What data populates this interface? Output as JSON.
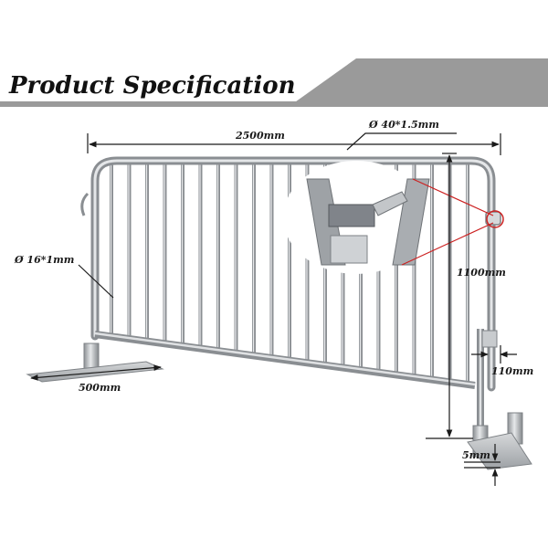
{
  "header": {
    "title": "Product Specification"
  },
  "dimensions": {
    "length": "2500mm",
    "top_tube": "Ø 40*1.5mm",
    "height": "1100mm",
    "infill_tube": "Ø 16*1mm",
    "foot_length": "500mm",
    "foot_offset": "110mm",
    "plate_thickness": "5mm"
  },
  "colors": {
    "banner": "#9a9a9a",
    "steel": "#b9bcbf",
    "steel_dark": "#7e8286",
    "callout": "#cc2222",
    "text": "#1a1a1a"
  }
}
